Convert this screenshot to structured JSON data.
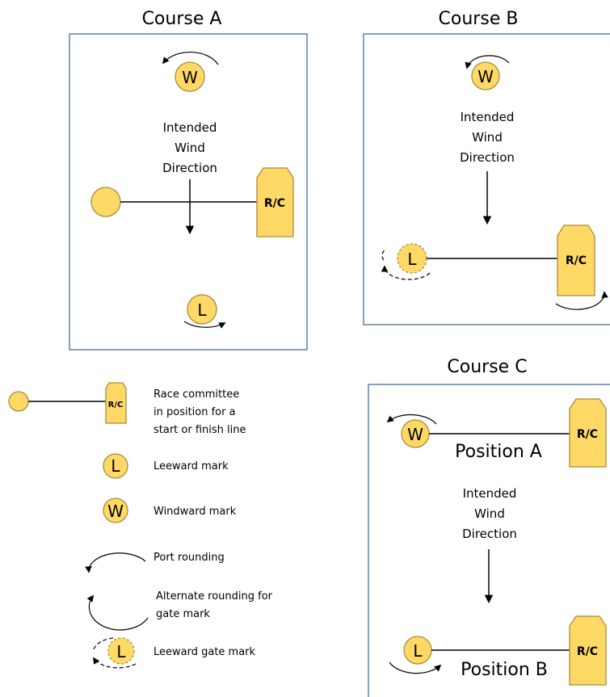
{
  "courses": {
    "a": {
      "title": "Course A",
      "wind": [
        "Intended",
        "Wind",
        "Direction"
      ],
      "windward": "W",
      "leeward": "L",
      "rc": "R/C"
    },
    "b": {
      "title": "Course B",
      "wind": [
        "Intended",
        "Wind",
        "Direction"
      ],
      "windward": "W",
      "leeward": "L",
      "rc": "R/C"
    },
    "c": {
      "title": "Course C",
      "wind": [
        "Intended",
        "Wind",
        "Direction"
      ],
      "windward": "W",
      "leeward": "L",
      "rc_top": "R/C",
      "rc_bottom": "R/C",
      "position_a": "Position A",
      "position_b": "Position B"
    }
  },
  "legend": {
    "rc_label": "R/C",
    "rc_text": [
      "Race committee",
      "in position for a",
      "start or finish line"
    ],
    "leeward_letter": "L",
    "leeward_text": "Leeward mark",
    "windward_letter": "W",
    "windward_text": "Windward mark",
    "port_text": "Port rounding",
    "alt_text": [
      "Alternate rounding for",
      "gate mark"
    ],
    "gate_letter": "L",
    "gate_text": "Leeward gate mark"
  },
  "colors": {
    "mark_fill": "#ffd966",
    "mark_stroke": "#a88d3a",
    "box_stroke": "#41719c"
  }
}
